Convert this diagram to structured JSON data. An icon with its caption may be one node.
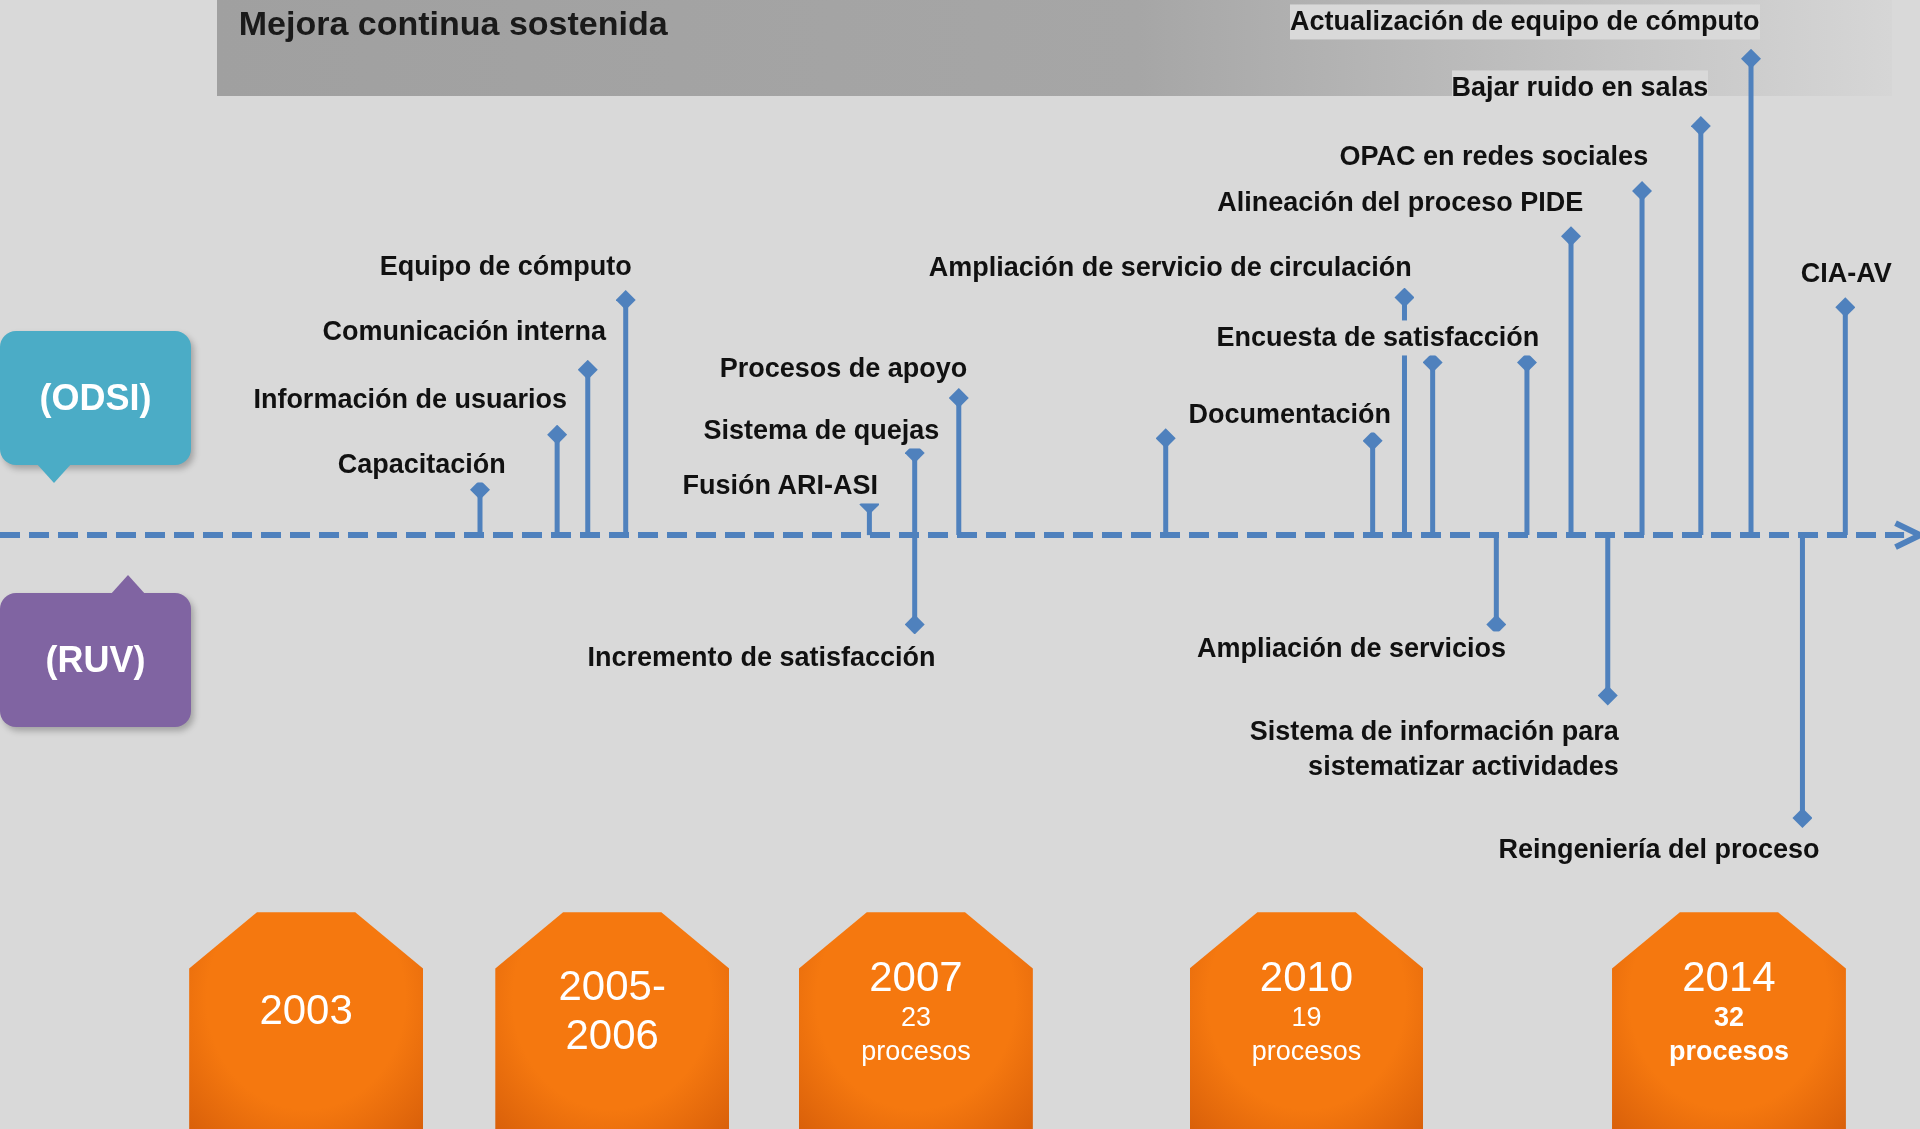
{
  "diagram": {
    "title": "Mejora continua sostenida",
    "nodes": [
      {
        "text": [
          "(ODSI)"
        ]
      },
      {
        "text": [
          "(RUV)"
        ]
      },
      {
        "text": [
          "2003"
        ]
      },
      {
        "text": [
          "2005-2006"
        ]
      },
      {
        "text": [
          "2007",
          "23 procesos"
        ]
      },
      {
        "text": [
          "2010",
          "19 procesos"
        ]
      },
      {
        "text": [
          "2014",
          "32 procesos"
        ]
      }
    ],
    "labels": [
      "Actualización de equipo de cómputo",
      "Bajar ruido en salas",
      "OPAC en redes sociales",
      "Alineación del proceso PIDE",
      "Equipo de cómputo",
      "Ampliación de servicio de circulación",
      "CIA-AV",
      "Comunicación interna",
      "Encuesta de satisfacción",
      "Procesos de apoyo",
      "Información de usuarios",
      "Documentación",
      "Sistema de quejas",
      "Capacitación",
      "Fusión ARI-ASI",
      "Incremento de satisfacción",
      "Ampliación de servicios",
      "Sistema de información para sistematizar actividades",
      "Reingeniería del proceso"
    ]
  }
}
